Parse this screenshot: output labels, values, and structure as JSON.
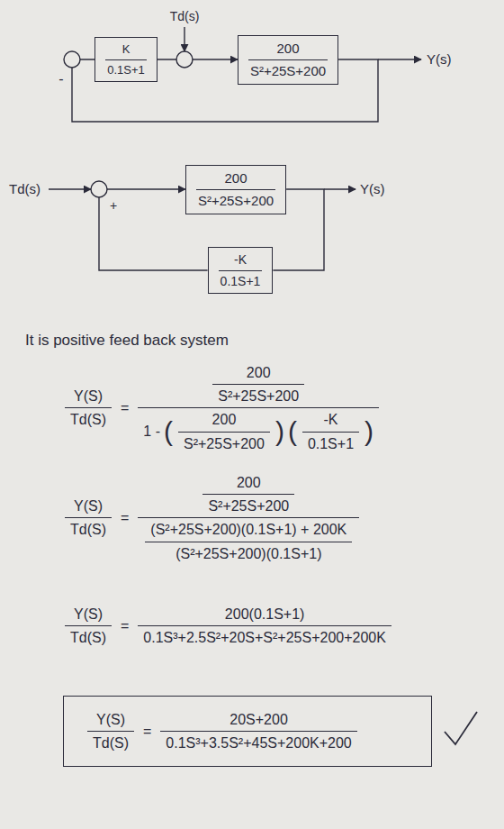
{
  "diagram": {
    "nodes": [
      {
        "text": [
          "K",
          "0.1S+1"
        ]
      },
      {
        "text": [
          "200",
          "S²+25S+200"
        ]
      },
      {
        "text": [
          "200",
          "S²+25S+200"
        ]
      },
      {
        "text": [
          "-K",
          "0.1S+1"
        ]
      },
      {
        "text": [
          "Y(S)",
          "Td(S)",
          "=",
          "20S+200",
          "0.1S³+3.5S²+45S+200K+200"
        ]
      }
    ],
    "edges": [
      {
        "from": 0,
        "to": 1,
        "arrow": "to"
      },
      {
        "from": 1,
        "to": 0,
        "arrow": "none"
      },
      {
        "from": 3,
        "to": 2,
        "arrow": "to"
      },
      {
        "from": 2,
        "to": 3,
        "arrow": "none"
      }
    ],
    "labels": [
      "Td(s)",
      "-",
      "Y(s)",
      "Td(s)",
      "+",
      "Y(s)",
      "It is positive feed back system",
      "Y(S)",
      "Td(S)",
      "=",
      "200",
      "S²+25S+200",
      "1 -",
      "(",
      "200",
      "S²+25S+200",
      ")",
      "(",
      "-K",
      "0.1S+1",
      ")",
      "Y(S)",
      "Td(S)",
      "=",
      "200",
      "S²+25S+200",
      "(S²+25S+200)(0.1S+1) + 200K",
      "(S²+25S+200)(0.1S+1)",
      "Y(S)",
      "Td(S)",
      "=",
      "200(0.1S+1)",
      "0.1S³+2.5S²+20S+S²+25S+200+200K"
    ]
  }
}
